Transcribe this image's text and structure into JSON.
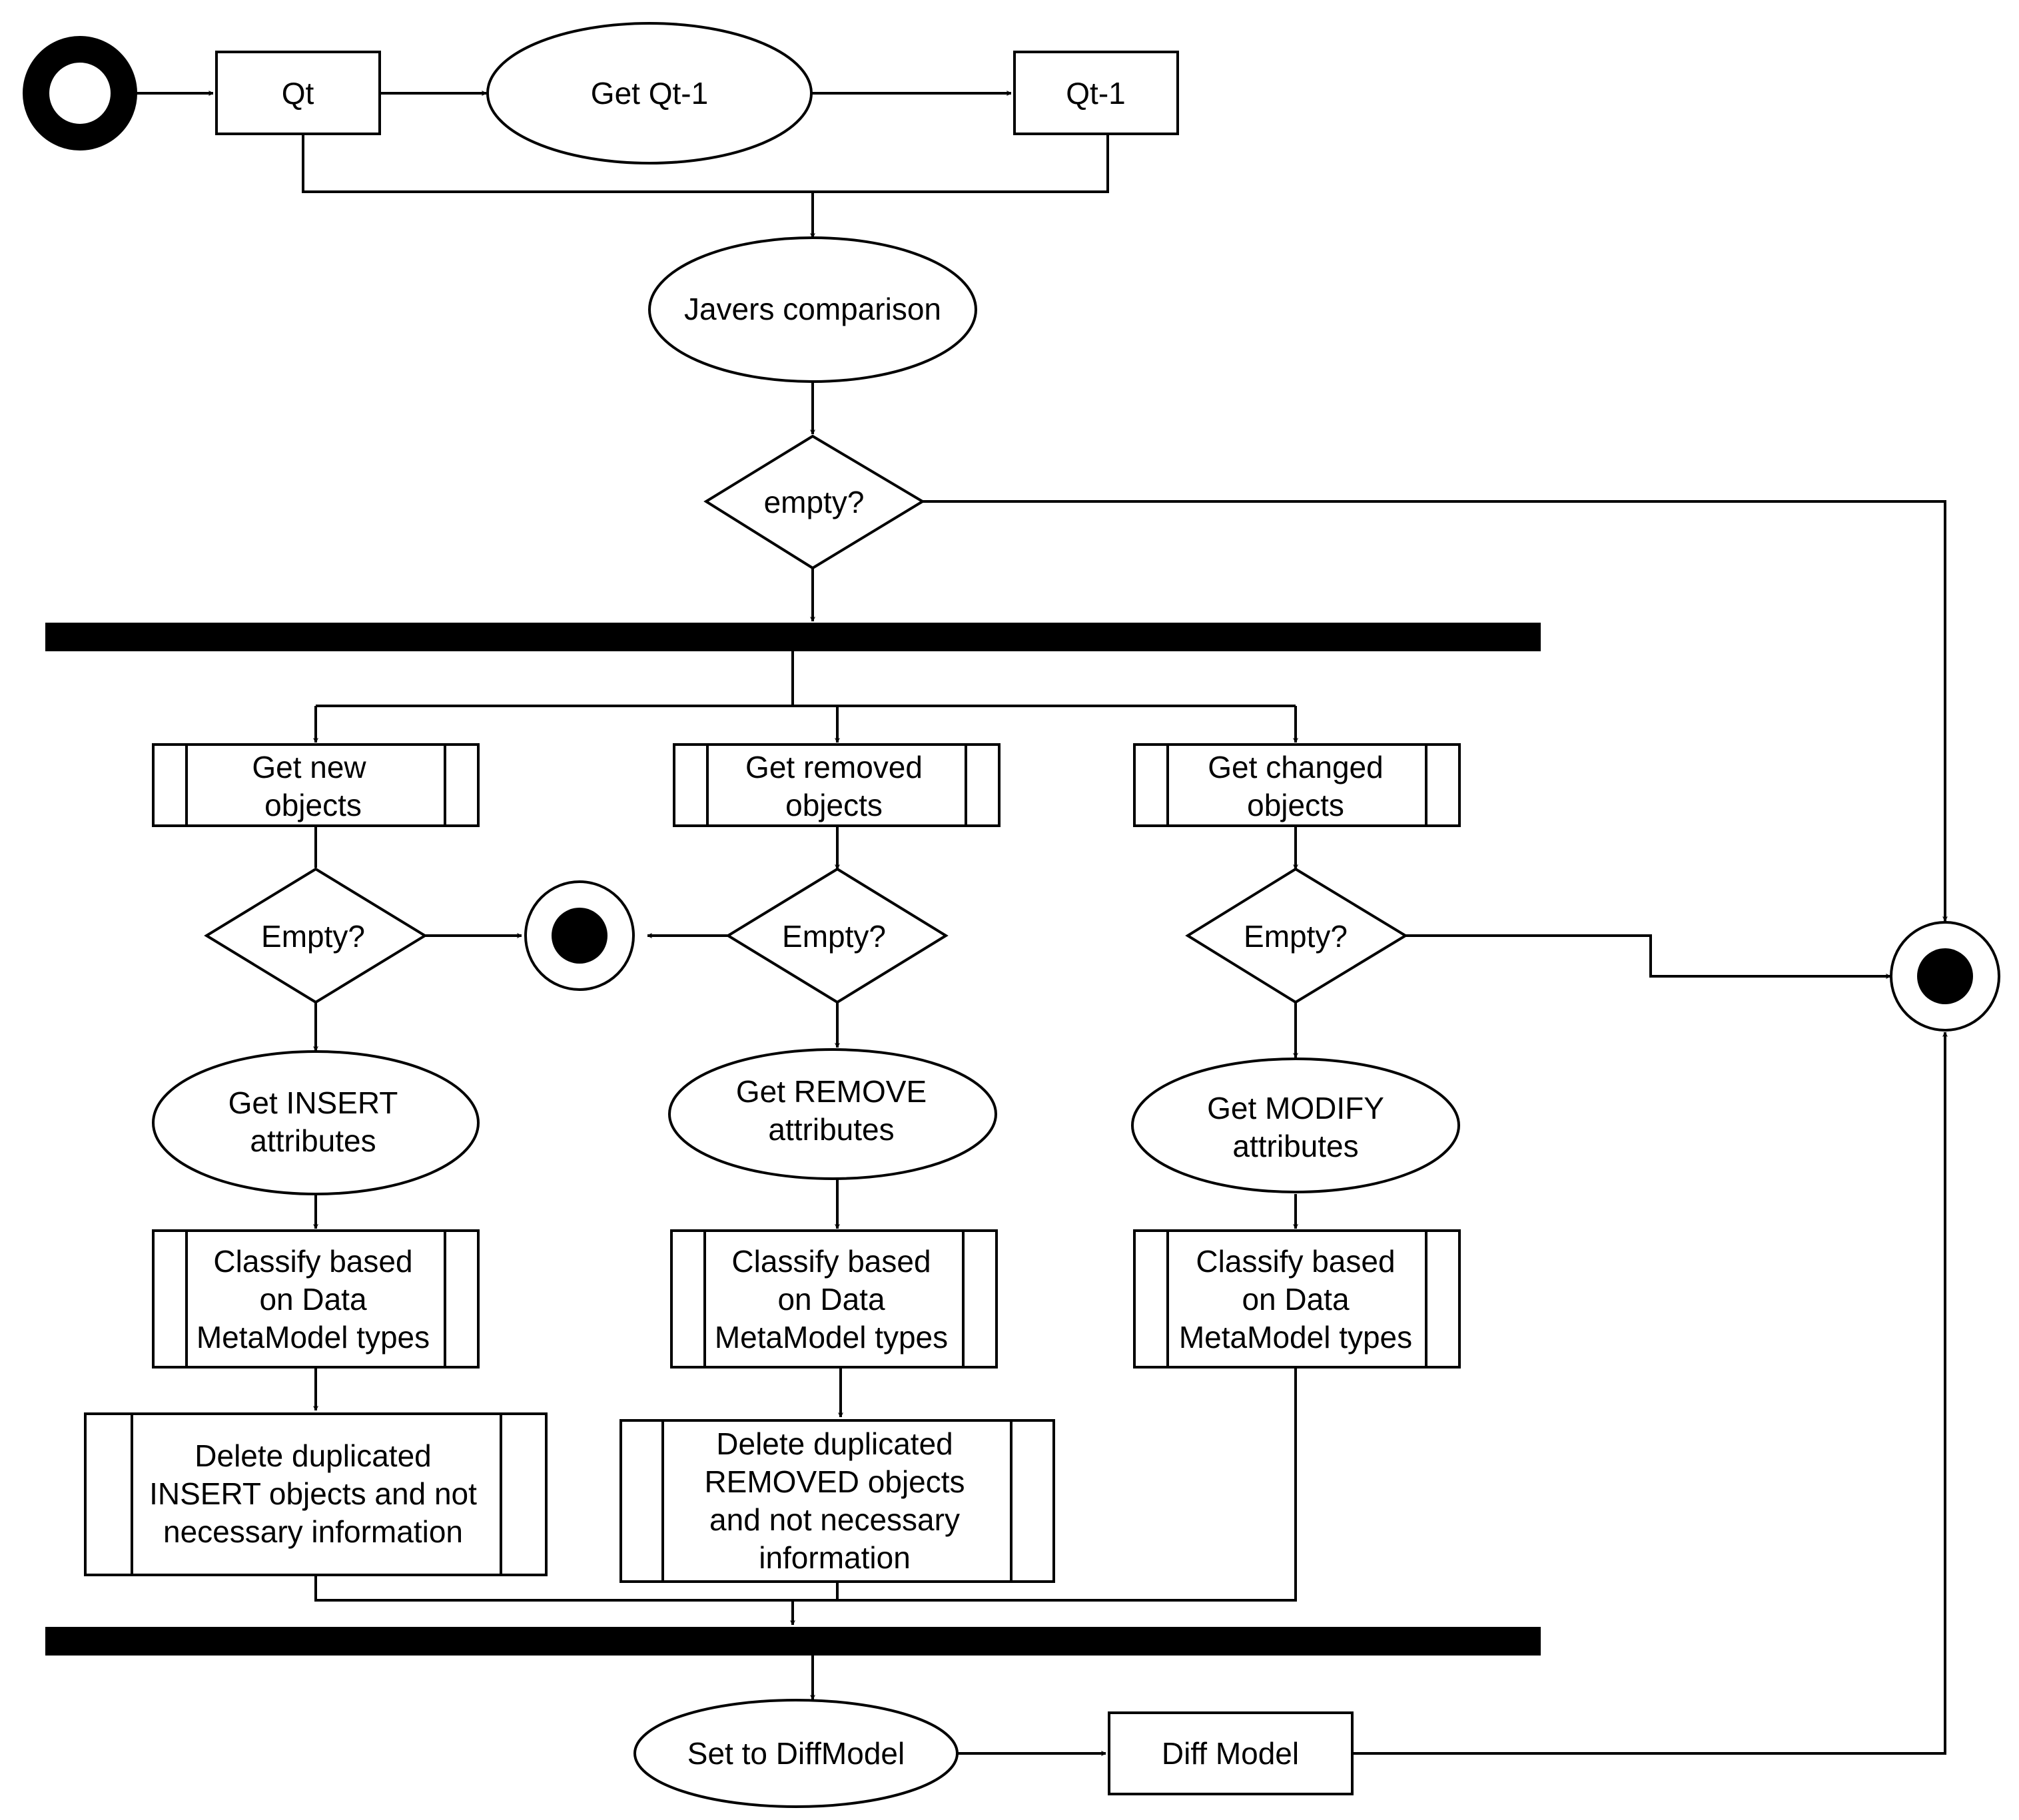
{
  "nodes": {
    "qt": {
      "label": "Qt"
    },
    "get_qt1": {
      "label": "Get Qt-1"
    },
    "qt1": {
      "label": "Qt-1"
    },
    "javers": {
      "label": "Javers comparison"
    },
    "empty_top": {
      "label": "empty?"
    },
    "get_new": {
      "lines": [
        "Get new",
        "objects"
      ]
    },
    "get_removed": {
      "lines": [
        "Get removed",
        "objects"
      ]
    },
    "get_changed": {
      "lines": [
        "Get changed",
        "objects"
      ]
    },
    "empty_new": {
      "label": "Empty?"
    },
    "empty_removed": {
      "label": "Empty?"
    },
    "empty_changed": {
      "label": "Empty?"
    },
    "get_insert": {
      "lines": [
        "Get INSERT",
        "attributes"
      ]
    },
    "get_remove": {
      "lines": [
        "Get REMOVE",
        "attributes"
      ]
    },
    "get_modify": {
      "lines": [
        "Get MODIFY",
        "attributes"
      ]
    },
    "classify_1": {
      "lines": [
        "Classify based",
        "on Data",
        "MetaModel types"
      ]
    },
    "classify_2": {
      "lines": [
        "Classify based",
        "on Data",
        "MetaModel types"
      ]
    },
    "classify_3": {
      "lines": [
        "Classify based",
        "on Data",
        "MetaModel types"
      ]
    },
    "delete_insert": {
      "lines": [
        "Delete duplicated",
        "INSERT objects and not",
        "necessary information"
      ]
    },
    "delete_removed": {
      "lines": [
        "Delete duplicated",
        "REMOVED objects",
        "and not necessary",
        "information"
      ]
    },
    "set_diff": {
      "label": "Set to DiffModel"
    },
    "diff_model": {
      "label": "Diff Model"
    }
  }
}
